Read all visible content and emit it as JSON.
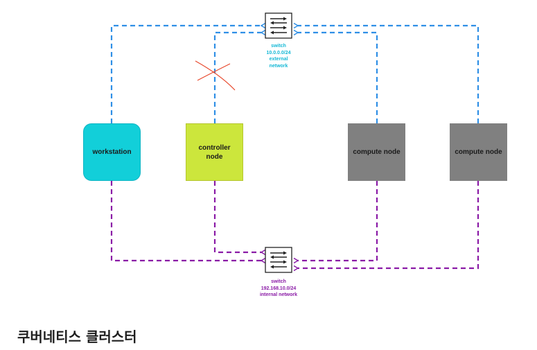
{
  "colors": {
    "external_line": "#2f8fe6",
    "internal_line": "#8a1aa6",
    "workstation_fill": "#12cfd9",
    "controller_fill": "#cce63c",
    "compute_fill": "#808080",
    "cross_mark": "#e8482c",
    "external_label": "#14b8d6",
    "internal_label": "#8a1aa6"
  },
  "nodes": {
    "workstation": {
      "label": "workstation",
      "icon": "rounded-box"
    },
    "controller": {
      "label": "controller\nnode",
      "icon": "box"
    },
    "compute1": {
      "label": "compute node",
      "icon": "box"
    },
    "compute2": {
      "label": "compute node",
      "icon": "box"
    }
  },
  "switches": {
    "external": {
      "icon": "network-switch-icon",
      "lines": [
        "switch",
        "10.0.0.0/24",
        "external",
        "network"
      ]
    },
    "internal": {
      "icon": "network-switch-icon",
      "lines": [
        "switch",
        "192.168.10.0/24",
        "internal network"
      ]
    }
  },
  "caption": "쿠버네티스 클러스터"
}
